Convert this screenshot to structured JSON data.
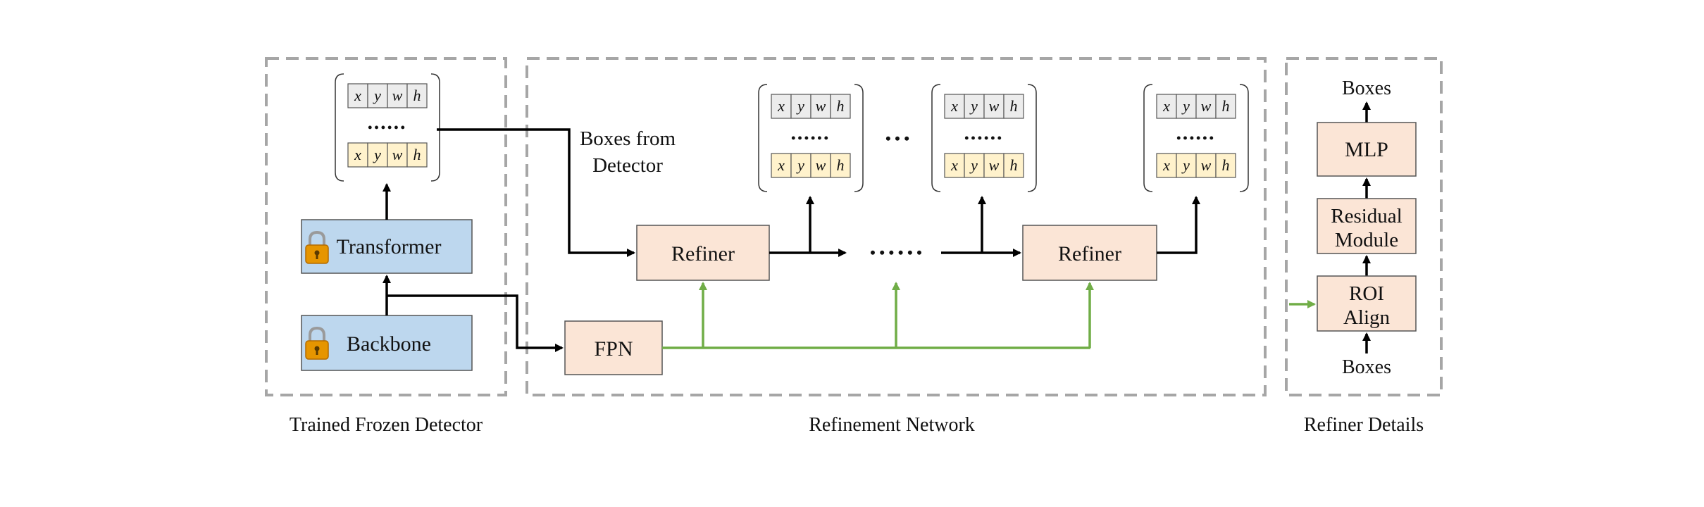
{
  "colors": {
    "dashed_border": "#a6a6a6",
    "blue_box": "#bdd7ee",
    "peach_box": "#fbe5d6",
    "gray_cell": "#ececec",
    "yellow_cell": "#fff2cc",
    "green_arrow": "#70ad47",
    "black_arrow": "#000000",
    "lock": "#e69500"
  },
  "panels": {
    "detector": {
      "caption": "Trained Frozen Detector"
    },
    "refinement": {
      "caption": "Refinement Network"
    },
    "details": {
      "caption": "Refiner Details"
    }
  },
  "detector": {
    "transformer_label": "Transformer",
    "backbone_label": "Backbone",
    "lock_icon": "lock-icon"
  },
  "box_vector": {
    "cells": [
      "x",
      "y",
      "w",
      "h"
    ],
    "ellipsis": "••••••"
  },
  "refinement": {
    "boxes_from_detector_line1": "Boxes from",
    "boxes_from_detector_line2": "Detector",
    "refiner_label": "Refiner",
    "fpn_label": "FPN",
    "middle_dots": "• • • • • •",
    "between_dots": "• • •"
  },
  "details": {
    "top_label": "Boxes",
    "mlp_label": "MLP",
    "residual_line1": "Residual",
    "residual_line2": "Module",
    "roi_line1": "ROI",
    "roi_line2": "Align",
    "bottom_label": "Boxes"
  }
}
